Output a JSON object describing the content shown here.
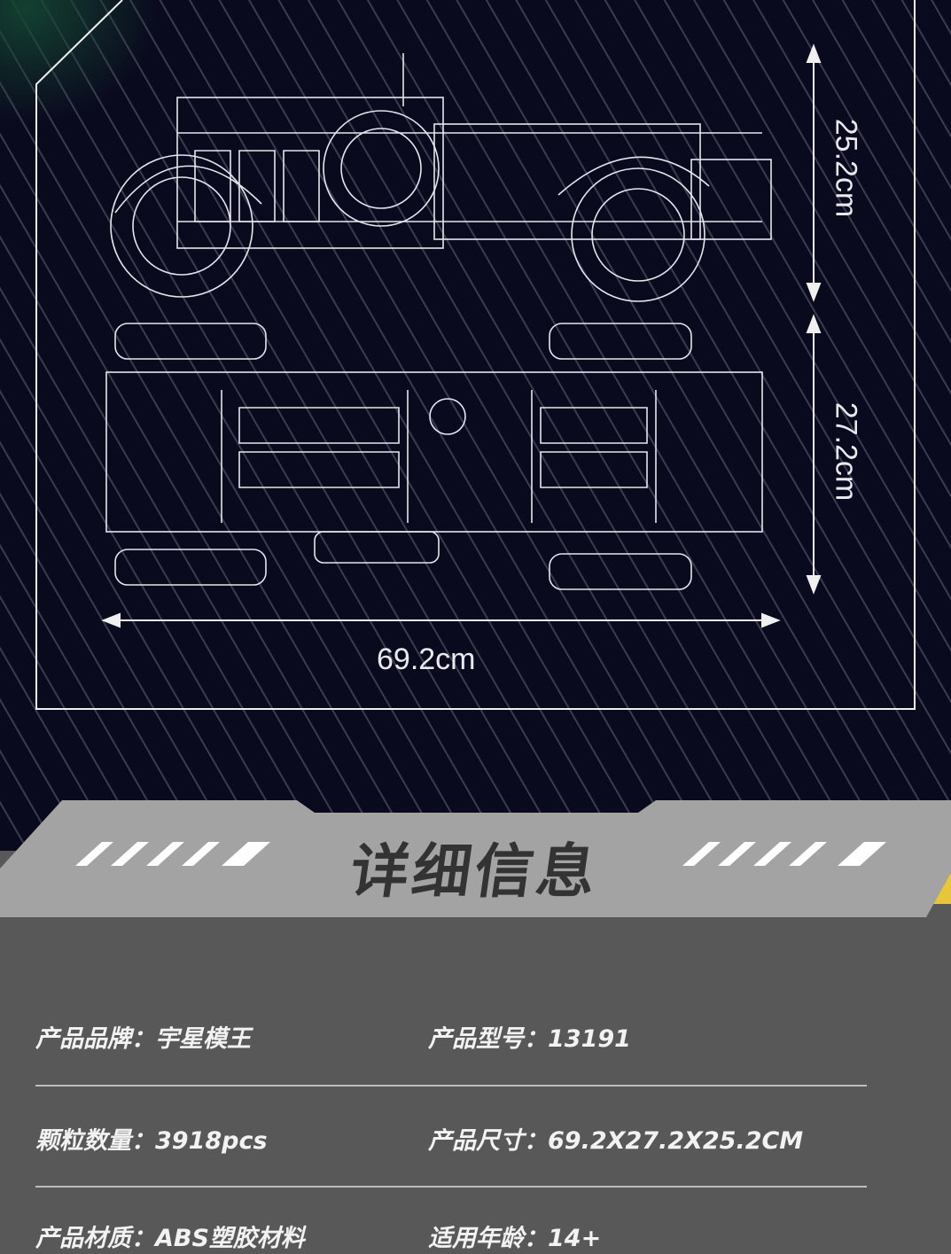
{
  "dimensions": {
    "height_side": "25.2cm",
    "width_top": "27.2cm",
    "length": "69.2cm"
  },
  "section_title": "详细信息",
  "specs": [
    {
      "label": "产品品牌：",
      "value": "宇星模王"
    },
    {
      "label": "产品型号：",
      "value": "13191"
    },
    {
      "label": "颗粒数量：",
      "value": "3918pcs"
    },
    {
      "label": "产品尺寸：",
      "value": "69.2X27.2X25.2CM"
    },
    {
      "label": "产品材质：",
      "value": "ABS塑胶材料"
    },
    {
      "label": "适用年龄：",
      "value": "14+"
    }
  ],
  "colors": {
    "background_top": "#0a0a1e",
    "banner": "#a3a3a3",
    "accent_yellow": "#e8c53a",
    "info_bg": "#585858"
  }
}
